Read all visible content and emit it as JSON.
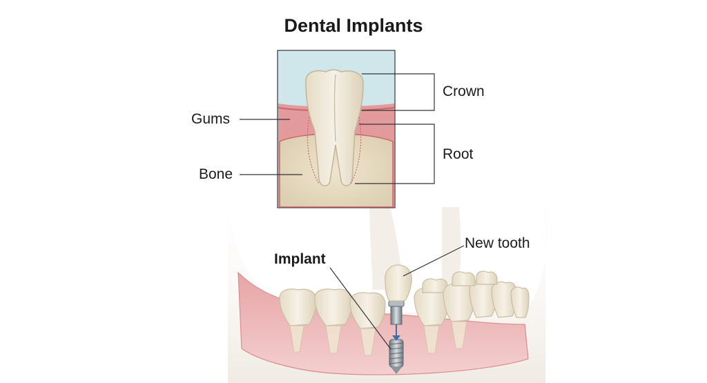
{
  "title": "Dental Implants",
  "labels": {
    "crown": "Crown",
    "root": "Root",
    "gums": "Gums",
    "bone": "Bone",
    "new_tooth": "New tooth",
    "implant": "Implant"
  },
  "colors": {
    "inset_sky": "#cfe6ea",
    "gum": "#e39a9c",
    "gum_dark": "#c9656c",
    "bone": "#e8dcc4",
    "tooth": "#f1ebdc",
    "tooth_shadow": "#d8ccb4",
    "metal": "#9aa3ab",
    "leader": "#333333"
  }
}
